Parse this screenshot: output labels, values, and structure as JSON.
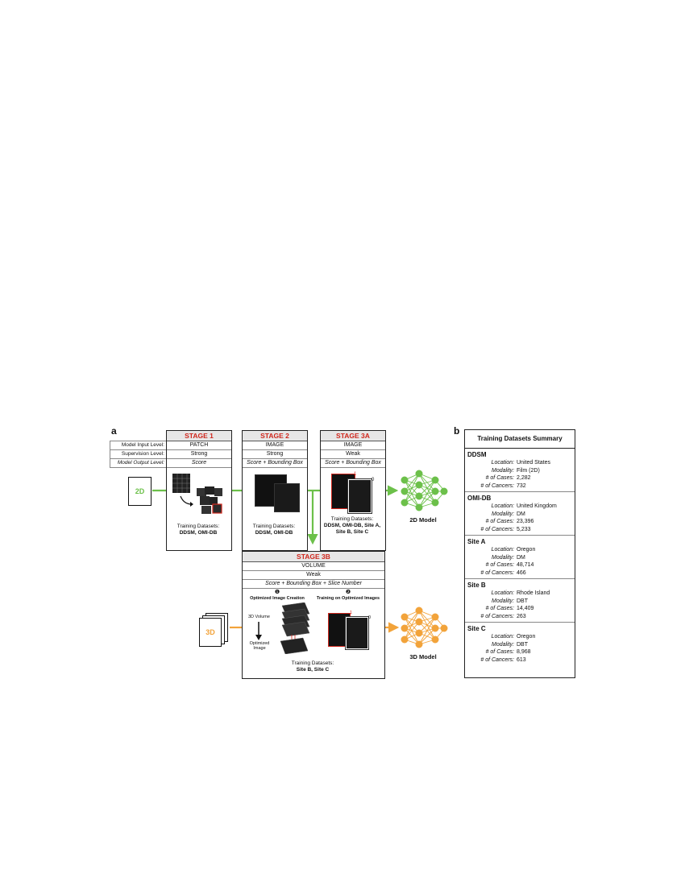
{
  "panel_a": {
    "letter": "a"
  },
  "panel_b": {
    "letter": "b"
  },
  "row_labels": [
    "Model Input Level:",
    "Supervision Level:",
    "Model Output Level:"
  ],
  "stages": {
    "s1": {
      "title": "STAGE 1",
      "input": "PATCH",
      "supervision": "Strong",
      "output": "Score",
      "datasets_label": "Training Datasets:",
      "datasets": "DDSM, OMI-DB"
    },
    "s2": {
      "title": "STAGE 2",
      "input": "IMAGE",
      "supervision": "Strong",
      "output": "Score + Bounding Box",
      "datasets_label": "Training Datasets:",
      "datasets": "DDSM, OMI-DB"
    },
    "s3a": {
      "title": "STAGE 3A",
      "input": "IMAGE",
      "supervision": "Weak",
      "output": "Score + Bounding Box",
      "datasets_label": "Training Datasets:",
      "datasets_line1": "DDSM, OMI-DB, Site A,",
      "datasets_line2": "Site B, Site C"
    },
    "s3b": {
      "title": "STAGE 3B",
      "input": "VOLUME",
      "supervision": "Weak",
      "output": "Score + Bounding Box + Slice Number",
      "step1": "❶",
      "step1_label": "Optimized Image Creation",
      "step2": "❷",
      "step2_label": "Training on Optimized Images",
      "volume_label": "3D Volume",
      "optimized_line1": "Optimized",
      "optimized_line2": "Image",
      "datasets_label": "Training Datasets:",
      "datasets": "Site B, Site C"
    }
  },
  "inputs": {
    "d2": "2D",
    "d3": "3D"
  },
  "models": {
    "m2d": "2D Model",
    "m3d": "3D Model"
  },
  "image_labels": {
    "zero": "0",
    "one": "1"
  },
  "summary": {
    "title": "Training Datasets Summary",
    "keys": {
      "location": "Location:",
      "modality": "Modality:",
      "cases": "# of Cases:",
      "cancers": "# of Cancers:"
    },
    "datasets": [
      {
        "name": "DDSM",
        "location": "United States",
        "modality": "Film (2D)",
        "cases": "2,282",
        "cancers": "732"
      },
      {
        "name": "OMI-DB",
        "location": "United Kingdom",
        "modality": "DM",
        "cases": "23,396",
        "cancers": "5,233"
      },
      {
        "name": "Site A",
        "location": "Oregon",
        "modality": "DM",
        "cases": "48,714",
        "cancers": "466"
      },
      {
        "name": "Site B",
        "location": "Rhode Island",
        "modality": "DBT",
        "cases": "14,409",
        "cancers": "263"
      },
      {
        "name": "Site C",
        "location": "Oregon",
        "modality": "DBT",
        "cases": "8,968",
        "cancers": "613"
      }
    ]
  },
  "colors": {
    "green": "#6cc04a",
    "orange": "#f2a33a",
    "red": "#d0271d",
    "title_bg": "#e6e6e6"
  }
}
